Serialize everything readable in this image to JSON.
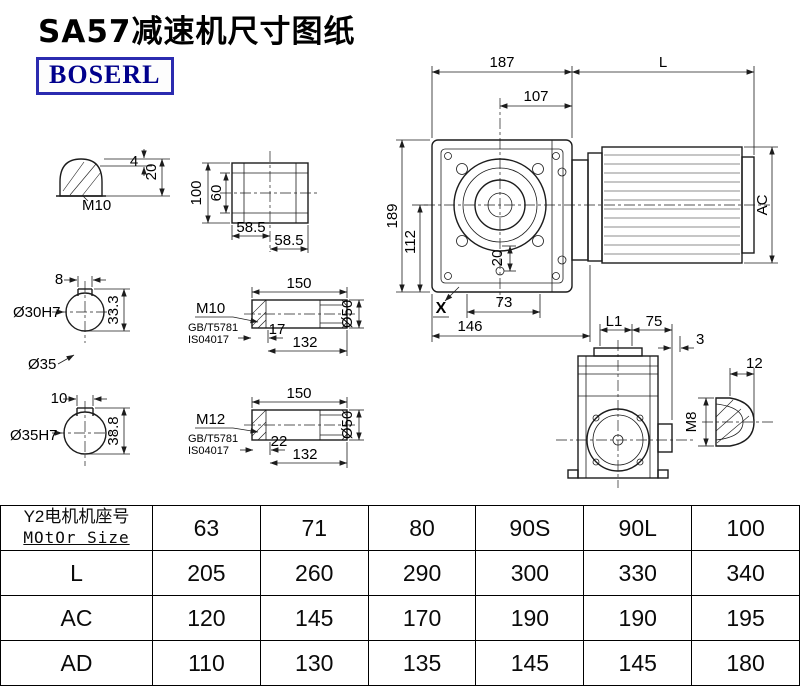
{
  "page": {
    "title": "SA57减速机尺寸图纸",
    "logo": "BOSERL"
  },
  "drawing": {
    "main": {
      "d187": "187",
      "dL": "L",
      "d107": "107",
      "d189": "189",
      "d112": "112",
      "d20": "20",
      "d73": "73",
      "d146": "146",
      "dAC": "AC",
      "xlabel": "X"
    },
    "plug_top": {
      "thread": "M10",
      "d4": "4",
      "d20": "20"
    },
    "flange": {
      "d100": "100",
      "d60": "60",
      "d585a": "58.5",
      "d585b": "58.5"
    },
    "bore30": {
      "d8": "8",
      "dia": "Ø30H7",
      "d333": "33.3",
      "dia35": "Ø35"
    },
    "shaft_m10": {
      "d150": "150",
      "thread": "M10",
      "std1": "GB/T5781",
      "std2": "IS04017",
      "d17": "17",
      "d132": "132",
      "dia50": "Ø50"
    },
    "bore35": {
      "d10": "10",
      "dia": "Ø35H7",
      "d388": "38.8"
    },
    "shaft_m12": {
      "d150": "150",
      "thread": "M12",
      "std1": "GB/T5781",
      "std2": "IS04017",
      "d22": "22",
      "d132": "132",
      "dia50": "Ø50"
    },
    "rear": {
      "dL1": "L1",
      "d75": "75",
      "d3": "3"
    },
    "plug_m8": {
      "d12": "12",
      "thread": "M8"
    }
  },
  "table": {
    "header": {
      "cn": "Y2电机机座号",
      "en": "MOtOr Size"
    },
    "sizes": [
      "63",
      "71",
      "80",
      "90S",
      "90L",
      "100"
    ],
    "rows": [
      {
        "label": "L",
        "values": [
          "205",
          "260",
          "290",
          "300",
          "330",
          "340"
        ]
      },
      {
        "label": "AC",
        "values": [
          "120",
          "145",
          "170",
          "190",
          "190",
          "195"
        ]
      },
      {
        "label": "AD",
        "values": [
          "110",
          "130",
          "135",
          "145",
          "145",
          "180"
        ]
      }
    ]
  }
}
